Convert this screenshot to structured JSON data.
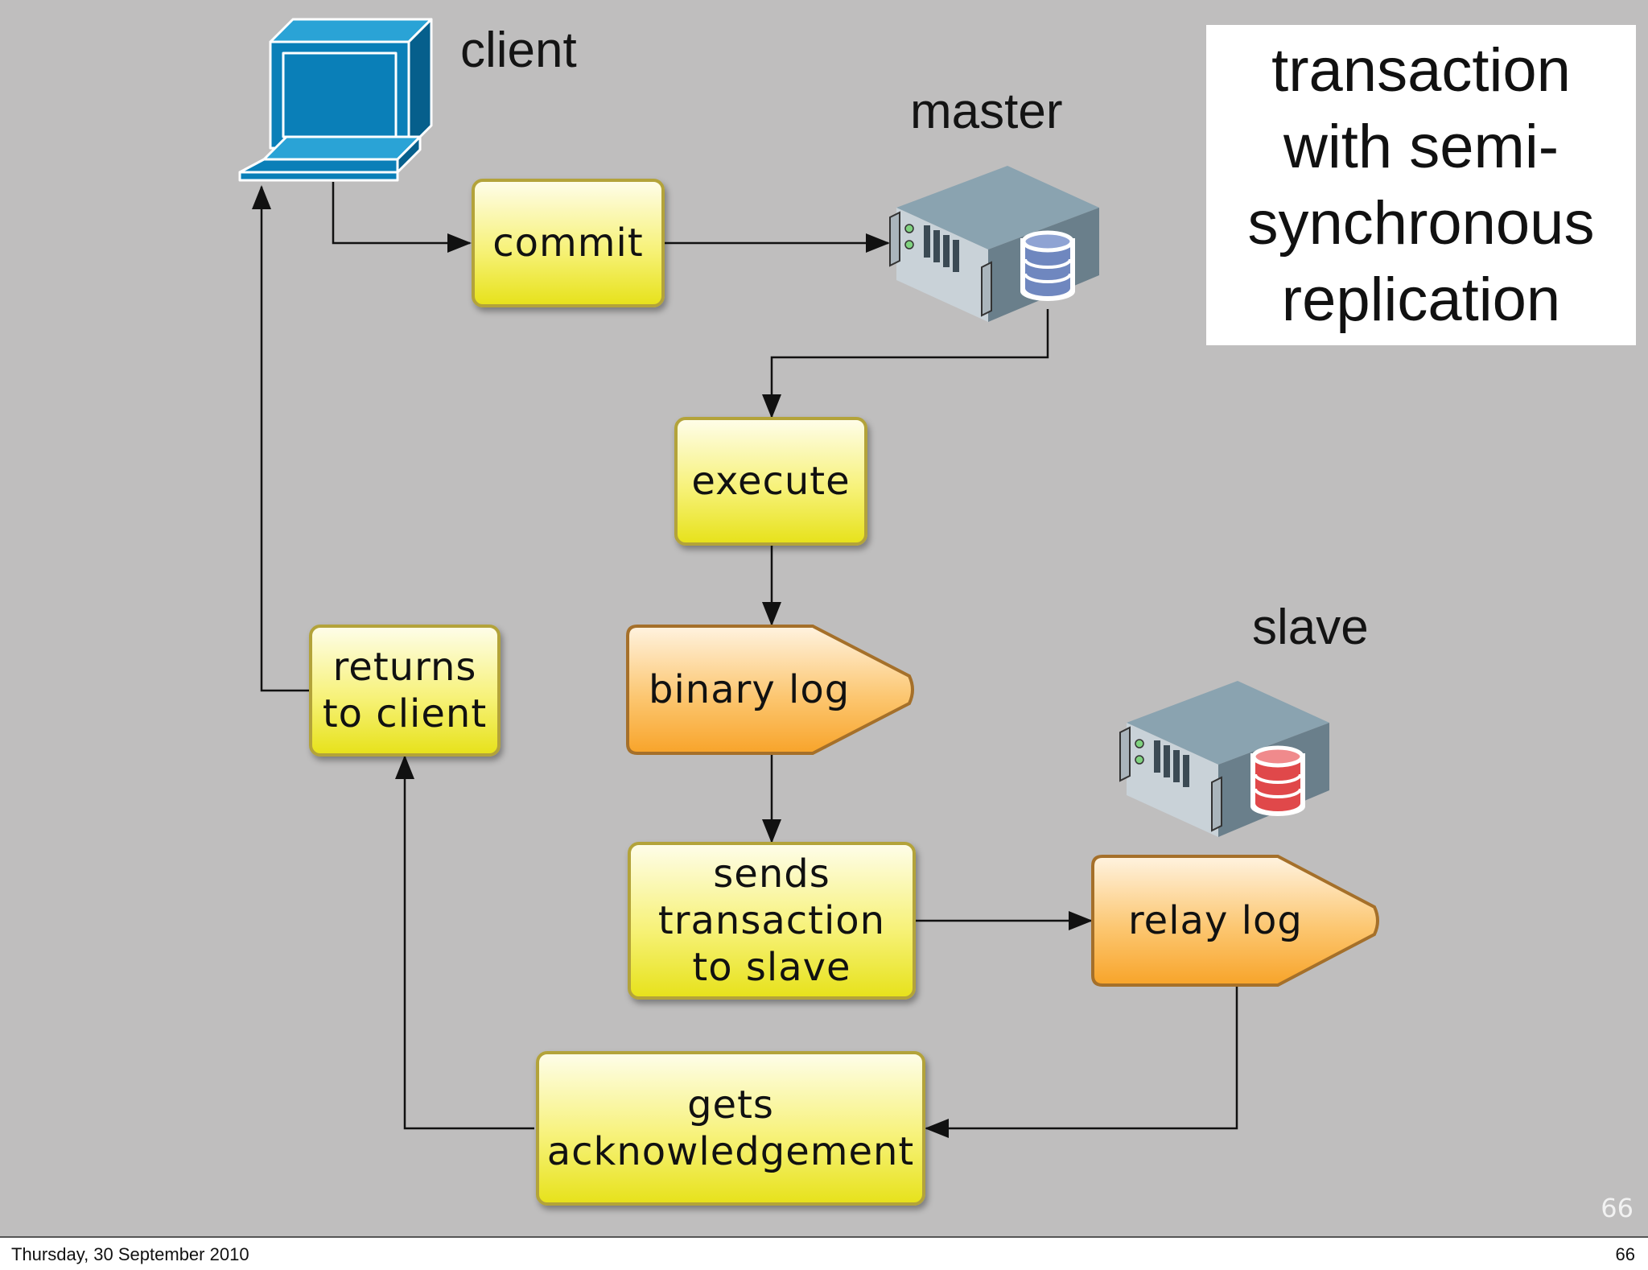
{
  "title": "transaction\nwith semi-\nsynchronous\nreplication",
  "labels": {
    "client": "client",
    "master": "master",
    "slave": "slave"
  },
  "nodes": {
    "commit": "commit",
    "execute": "execute",
    "binary_log": "binary log",
    "sends": "sends\ntransaction\nto slave",
    "relay_log": "relay log",
    "gets_ack": "gets\nacknowledgement",
    "returns": "returns\nto client"
  },
  "icons": {
    "client": "computer-icon",
    "master": "server-database-icon",
    "slave": "server-database-icon"
  },
  "colors": {
    "background": "#bfbebe",
    "process_fill": "#f4ef5e",
    "log_fill": "#fbb24a",
    "computer": "#0a7fb8",
    "master_db": "#6f87bf",
    "slave_db": "#e0484a"
  },
  "slide_number": "66",
  "footer": {
    "date": "Thursday, 30 September 2010",
    "page": "66"
  }
}
